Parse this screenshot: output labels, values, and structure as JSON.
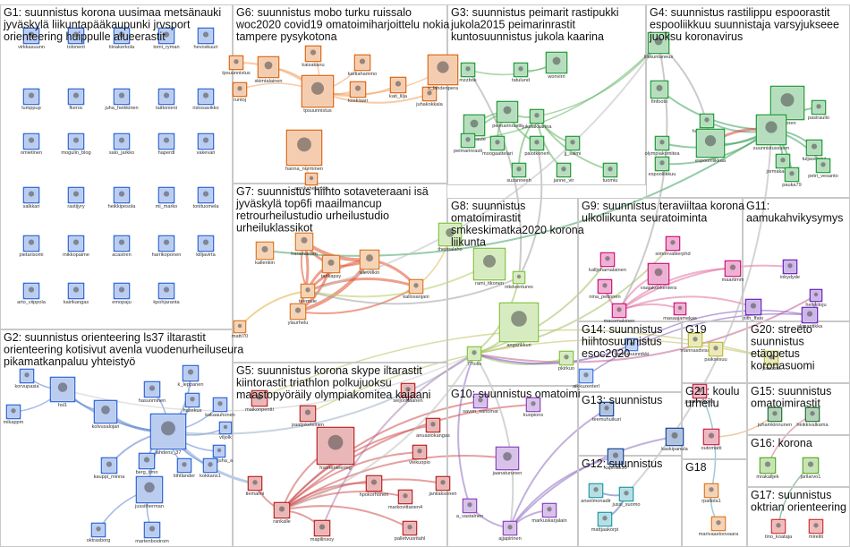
{
  "groups": [
    {
      "id": "G1",
      "lines": [
        "G1: suunnistus korona uusimaa metsänauki",
        "jyväskylä liikuntapääkaupunki jrvsport",
        "orienteering huippulle alueerastit"
      ]
    },
    {
      "id": "G2",
      "lines": [
        "G2: suunnistus orienteering ls37 iltarastit",
        "orienteering kotisivut avenla vuodenurheiluseura",
        "pikamatkanpaluu yhteistyö"
      ]
    },
    {
      "id": "G3",
      "lines": [
        "G3: suunnistus peimarit rastipukki",
        "jukola2015 peimarinrastit",
        "kuntosuunnistus jukola kaarina"
      ]
    },
    {
      "id": "G4",
      "lines": [
        "G4: suunnistus rastilippu espoorastit",
        "espooliikkuu suunnistaja varsyjukseee",
        "juoksu koronavirus"
      ]
    },
    {
      "id": "G5",
      "lines": [
        "G5: suunnistus korona skype iltarastit",
        "kiintorastit triathlon polkujuoksu",
        "maastopyöräily olympiakomitea kajaani"
      ]
    },
    {
      "id": "G6",
      "lines": [
        "G6: suunnistus mobo turku ruissalo",
        "woc2020 covid19 omatoimiharjoittelu nokia",
        "tampere pysykotona"
      ]
    },
    {
      "id": "G7",
      "lines": [
        "G7: suunnistus hiihto sotaveteraani isä",
        "jyväskylä top6fi maailmancup",
        "retrourheilustudio urheilustudio",
        "urheiluklassikot"
      ]
    },
    {
      "id": "G8",
      "lines": [
        "G8: suunnistus",
        "omatoimirastit",
        "smkeskimatka2020 korona",
        "liikunta"
      ]
    },
    {
      "id": "G9",
      "lines": [
        "G9: suunnistus teraviiltaa korona",
        "ulkoliikunta seuratoiminta"
      ]
    },
    {
      "id": "G10",
      "lines": [
        "G10: suunnistus omatoimi"
      ]
    },
    {
      "id": "G11",
      "lines": [
        "G11:",
        "aamukahvikysymys"
      ]
    },
    {
      "id": "G12",
      "lines": [
        "G12: suunnistus"
      ]
    },
    {
      "id": "G13",
      "lines": [
        "G13: suunnistus"
      ]
    },
    {
      "id": "G14",
      "lines": [
        "G14: suunnistus",
        "hiihtosuunnistus",
        "esoc2020"
      ]
    },
    {
      "id": "G15",
      "lines": [
        "G15: suunnistus",
        "omatoimirastit"
      ]
    },
    {
      "id": "G16",
      "lines": [
        "G16: korona"
      ]
    },
    {
      "id": "G17",
      "lines": [
        "G17: suunnistus",
        "oktrian orienteering"
      ]
    },
    {
      "id": "G18",
      "lines": [
        "G18"
      ]
    },
    {
      "id": "G19",
      "lines": [
        "G19"
      ]
    },
    {
      "id": "G20",
      "lines": [
        "G20: streeto",
        "suunnistus",
        "etäopetus",
        "koronasuomi"
      ]
    },
    {
      "id": "G21",
      "lines": [
        "G21: koulu",
        "urheilu"
      ]
    }
  ],
  "nodes": [
    {
      "label": "virkkasuunn",
      "color": "#3a6fd8"
    },
    {
      "label": "tolonent",
      "color": "#3a6fd8"
    },
    {
      "label": "tiinakerkola",
      "color": "#3a6fd8"
    },
    {
      "label": "tomi_ryman",
      "color": "#3a6fd8"
    },
    {
      "label": "hevoskuuri",
      "color": "#3a6fd8"
    },
    {
      "label": "lumppup",
      "color": "#3a6fd8"
    },
    {
      "label": "fkeroc",
      "color": "#3a6fd8"
    },
    {
      "label": "juha_heikkinen",
      "color": "#3a6fd8"
    },
    {
      "label": "taittonieni",
      "color": "#3a6fd8"
    },
    {
      "label": "ristosavikko",
      "color": "#3a6fd8"
    },
    {
      "label": "omietinen",
      "color": "#3a6fd8"
    },
    {
      "label": "mogulin_blog",
      "color": "#3a6fd8"
    },
    {
      "label": "salo_jarkko",
      "color": "#3a6fd8"
    },
    {
      "label": "haperdl",
      "color": "#3a6fd8"
    },
    {
      "label": "vakevari",
      "color": "#3a6fd8"
    },
    {
      "label": "salkkari",
      "color": "#3a6fd8"
    },
    {
      "label": "rastijyry",
      "color": "#3a6fd8"
    },
    {
      "label": "heikkipesola",
      "color": "#3a6fd8"
    },
    {
      "label": "mi_marko",
      "color": "#3a6fd8"
    },
    {
      "label": "tonituomela",
      "color": "#3a6fd8"
    },
    {
      "label": "pietarisomi",
      "color": "#3a6fd8"
    },
    {
      "label": "mikkopaime",
      "color": "#3a6fd8"
    },
    {
      "label": "acastren",
      "color": "#3a6fd8"
    },
    {
      "label": "harrikoponen",
      "color": "#3a6fd8"
    },
    {
      "label": "killjavirta",
      "color": "#3a6fd8"
    },
    {
      "label": "arto_viippola",
      "color": "#3a6fd8"
    },
    {
      "label": "kairikangas",
      "color": "#3a6fd8"
    },
    {
      "label": "emopaju",
      "color": "#3a6fd8"
    },
    {
      "label": "kpohjaranta",
      "color": "#3a6fd8"
    },
    {
      "label": "korvupasia",
      "color": "#3a6fd8"
    },
    {
      "label": "hsl1",
      "color": "#3a6fd8"
    },
    {
      "label": "mikappm",
      "color": "#3a6fd8"
    },
    {
      "label": "hasuominen",
      "color": "#3a6fd8"
    },
    {
      "label": "k_leppanen",
      "color": "#3a6fd8"
    },
    {
      "label": "hasekus",
      "color": "#3a6fd8"
    },
    {
      "label": "kakaauhonen",
      "color": "#3a6fd8"
    },
    {
      "label": "kolvusalojari",
      "color": "#3a6fd8"
    },
    {
      "label": "lahdens_37",
      "color": "#3a6fd8"
    },
    {
      "label": "viljolk",
      "color": "#3a6fd8"
    },
    {
      "label": "mlettijuha_a",
      "color": "#3a6fd8"
    },
    {
      "label": "kauppi_minna",
      "color": "#3a6fd8"
    },
    {
      "label": "berg_timo",
      "color": "#3a6fd8"
    },
    {
      "label": "tiihtlander",
      "color": "#3a6fd8"
    },
    {
      "label": "kokkans1",
      "color": "#3a6fd8"
    },
    {
      "label": "jussitherman",
      "color": "#3a6fd8"
    },
    {
      "label": "oktrasborg",
      "color": "#3a6fd8"
    },
    {
      "label": "martenbostrom",
      "color": "#3a6fd8"
    },
    {
      "label": "tpsuunnistus",
      "color": "#e07020"
    },
    {
      "label": "skimtalainen",
      "color": "#e07020"
    },
    {
      "label": "kaisakanu",
      "color": "#e07020"
    },
    {
      "label": "kartiahammo",
      "color": "#e07020"
    },
    {
      "label": "runtoj",
      "color": "#e07020"
    },
    {
      "label": "tpsuunnistus",
      "color": "#e07020"
    },
    {
      "label": "koskiaari",
      "color": "#e07020"
    },
    {
      "label": "kati_lilja",
      "color": "#e07020"
    },
    {
      "label": "juhakokkala",
      "color": "#e07020"
    },
    {
      "label": "s_lahdenpera",
      "color": "#e07020"
    },
    {
      "label": "hanna_nurminen",
      "color": "#e07020"
    },
    {
      "label": "annikahelaman",
      "color": "#e07020"
    },
    {
      "label": "mzzbok",
      "color": "#2ea044"
    },
    {
      "label": "tatulund",
      "color": "#2ea044"
    },
    {
      "label": "wonvirri",
      "color": "#2ea044"
    },
    {
      "label": "peimarinrastit",
      "color": "#2ea044"
    },
    {
      "label": "jukolakaarina",
      "color": "#2ea044"
    },
    {
      "label": "zavopaute",
      "color": "#2ea044"
    },
    {
      "label": "peimarinrasti",
      "color": "#2ea044"
    },
    {
      "label": "moogaattelari",
      "color": "#2ea044"
    },
    {
      "label": "palotkonen",
      "color": "#2ea044"
    },
    {
      "label": "jj_salmi",
      "color": "#2ea044"
    },
    {
      "label": "suzanneeh",
      "color": "#2ea044"
    },
    {
      "label": "janne_vir",
      "color": "#2ea044"
    },
    {
      "label": "tuomiu",
      "color": "#2ea044"
    },
    {
      "label": "liikkuntaneus",
      "color": "#2ea044"
    },
    {
      "label": "finfooto",
      "color": "#2ea044"
    },
    {
      "label": "hardtraining1",
      "color": "#2ea044"
    },
    {
      "label": "tiiriknen",
      "color": "#2ea044"
    },
    {
      "label": "pasiraulio",
      "color": "#2ea044"
    },
    {
      "label": "olympiakomitea",
      "color": "#2ea044"
    },
    {
      "label": "espoonliikkaa",
      "color": "#2ea044"
    },
    {
      "label": "suunnistussuom",
      "color": "#2ea044"
    },
    {
      "label": "tuljaoearjvi",
      "color": "#2ea044"
    },
    {
      "label": "jormakarvonen",
      "color": "#2ea044"
    },
    {
      "label": "petri_vesanto",
      "color": "#2ea044"
    },
    {
      "label": "espooliikkuu",
      "color": "#2ea044"
    },
    {
      "label": "pauka79",
      "color": "#2ea044"
    },
    {
      "label": "kallenkin",
      "color": "#e08030"
    },
    {
      "label": "haramansm",
      "color": "#e08030"
    },
    {
      "label": "tankapsy",
      "color": "#e08030"
    },
    {
      "label": "wlevelkin",
      "color": "#e08030"
    },
    {
      "label": "teemule",
      "color": "#e08030"
    },
    {
      "label": "ylaurhelu",
      "color": "#e08030"
    },
    {
      "label": "kallosanjani",
      "color": "#e08030"
    },
    {
      "label": "matti70",
      "color": "#e08030"
    },
    {
      "label": "thespalaho",
      "color": "#8ac84a"
    },
    {
      "label": "rami_tikonen",
      "color": "#8ac84a"
    },
    {
      "label": "nikdventures",
      "color": "#8ac84a"
    },
    {
      "label": "angankkuri",
      "color": "#8ac84a"
    },
    {
      "label": "77tolis",
      "color": "#8ac84a"
    },
    {
      "label": "pkirkuo",
      "color": "#8ac84a"
    },
    {
      "label": "kalljohamalainen",
      "color": "#d02080"
    },
    {
      "label": "simonvalkerphd",
      "color": "#d02080"
    },
    {
      "label": "nina_peltonen",
      "color": "#d02080"
    },
    {
      "label": "vaajakoskenlera",
      "color": "#d02080"
    },
    {
      "label": "maartimm",
      "color": "#d02080"
    },
    {
      "label": "macomakinen",
      "color": "#d02080"
    },
    {
      "label": "masaajamekas",
      "color": "#d02080"
    },
    {
      "label": "inkydyde",
      "color": "#7030c0"
    },
    {
      "label": "sith_ffato",
      "color": "#7030c0"
    },
    {
      "label": "akmantikka",
      "color": "#7030c0"
    },
    {
      "label": "helkkitoju",
      "color": "#7030c0"
    },
    {
      "label": "tommisuunnikki",
      "color": "#4a80e0"
    },
    {
      "label": "aikkuzenterl",
      "color": "#4a80e0"
    },
    {
      "label": "mannasdvisa",
      "color": "#c0c040"
    },
    {
      "label": "paiksesuu",
      "color": "#c0c040"
    },
    {
      "label": "jtasuoni",
      "color": "#c0c040"
    },
    {
      "label": "maikonpentti",
      "color": "#c03030"
    },
    {
      "label": "paatjokeleinen",
      "color": "#c03030"
    },
    {
      "label": "seijoottaanen",
      "color": "#c03030"
    },
    {
      "label": "anuasiokangas",
      "color": "#c03030"
    },
    {
      "label": "viekuopio",
      "color": "#c03030"
    },
    {
      "label": "janilaksonen",
      "color": "#c03030"
    },
    {
      "label": "hsorienteering",
      "color": "#c03030"
    },
    {
      "label": "tiemalmi",
      "color": "#c03030"
    },
    {
      "label": "hpokorhonen",
      "color": "#c03030"
    },
    {
      "label": "rankalle",
      "color": "#c03030"
    },
    {
      "label": "markovittanen4",
      "color": "#c03030"
    },
    {
      "label": "mapilinsoy",
      "color": "#c03030"
    },
    {
      "label": "palletvuoritahl",
      "color": "#c03030"
    },
    {
      "label": "savon_sanomat",
      "color": "#9050c0"
    },
    {
      "label": "kuopions",
      "color": "#9050c0"
    },
    {
      "label": "jaanaturunen",
      "color": "#9050c0"
    },
    {
      "label": "a_vastalnen",
      "color": "#9050c0"
    },
    {
      "label": "markuskarjalain",
      "color": "#9050c0"
    },
    {
      "label": "ajjapirinen",
      "color": "#9050c0"
    },
    {
      "label": "teemuhuikuri",
      "color": "#2050a0"
    },
    {
      "label": "kaskipanula",
      "color": "#2050a0"
    },
    {
      "label": "kapinak10",
      "color": "#2050a0"
    },
    {
      "label": "anselmonadir",
      "color": "#30a0b0"
    },
    {
      "label": "jussi_suomo",
      "color": "#30a0b0"
    },
    {
      "label": "mattjaakorpi",
      "color": "#30a0b0"
    },
    {
      "label": "rpaltola1",
      "color": "#e08030"
    },
    {
      "label": "marivaastoovaara",
      "color": "#e08030"
    },
    {
      "label": "janaernikkola",
      "color": "#d03050"
    },
    {
      "label": "outomatti",
      "color": "#d03050"
    },
    {
      "label": "juhamkinnunen",
      "color": "#2a7a3a"
    },
    {
      "label": "heikkivalkama",
      "color": "#2a7a3a"
    },
    {
      "label": "mrakalljek",
      "color": "#60b030"
    },
    {
      "label": "jarilarvo1",
      "color": "#60b030"
    },
    {
      "label": "tino_koataja",
      "color": "#d04040"
    },
    {
      "label": "mireliti",
      "color": "#d04040"
    }
  ]
}
